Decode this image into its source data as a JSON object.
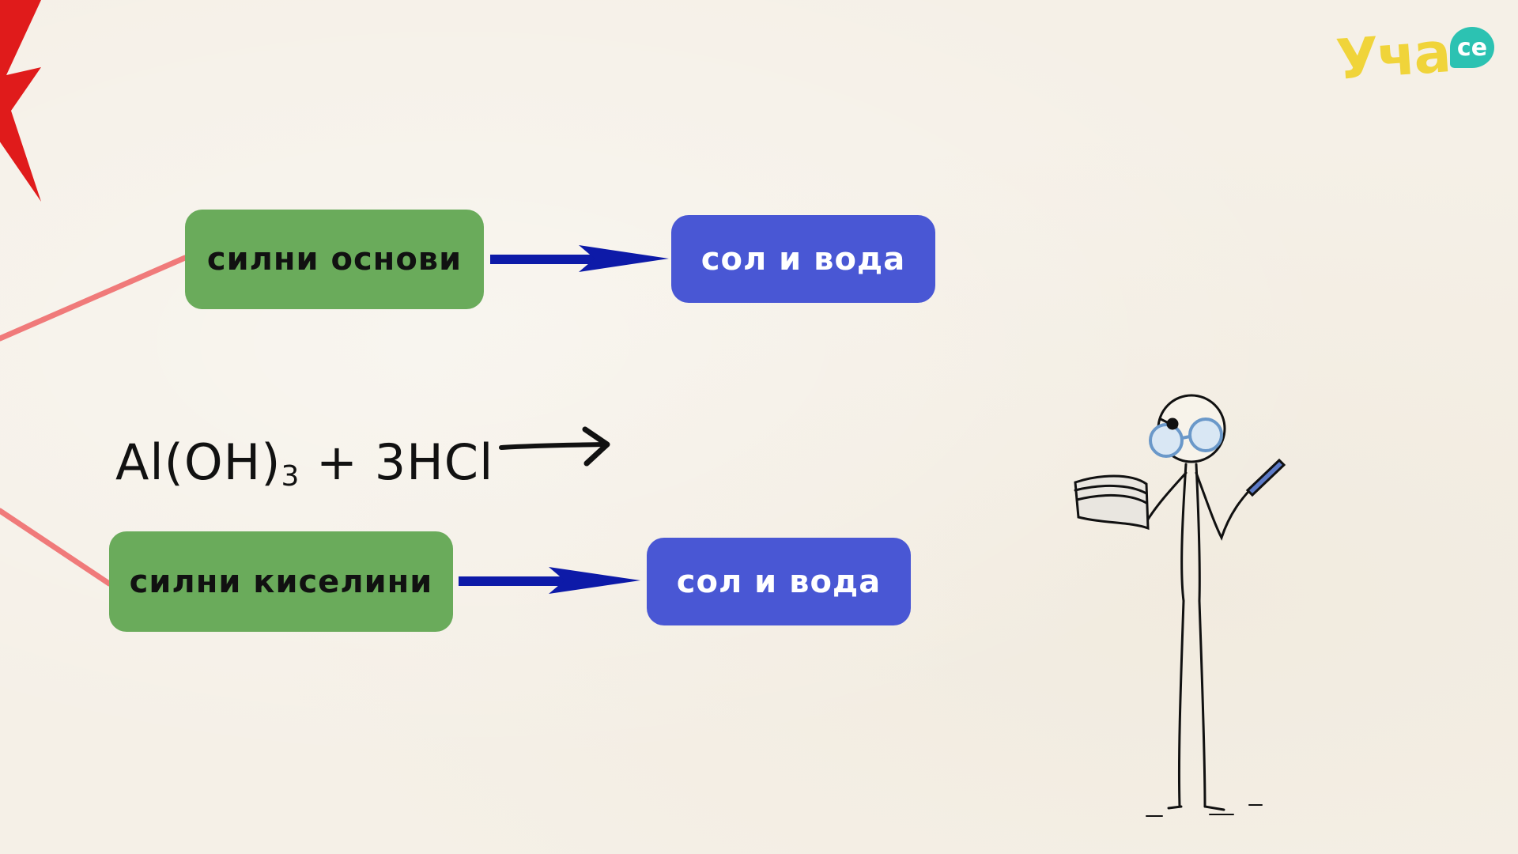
{
  "logo": {
    "main": "Уча",
    "suffix": "се"
  },
  "diagram": {
    "top_row": {
      "from": "силни  основи",
      "to": "сол и вода"
    },
    "equation": {
      "part1": "Al(OH)",
      "subscript": "3",
      "part2": " + 3HCl"
    },
    "bottom_row": {
      "from": "силни  киселини",
      "to": "сол и вода"
    }
  },
  "colors": {
    "green_box": "#6aab5b",
    "blue_box": "#4957d4",
    "arrow": "#0d1aa8",
    "connector": "#f07a7a",
    "star": "#e01b1b",
    "logo_yellow": "#f0d43a",
    "logo_teal": "#2cc2b2"
  }
}
